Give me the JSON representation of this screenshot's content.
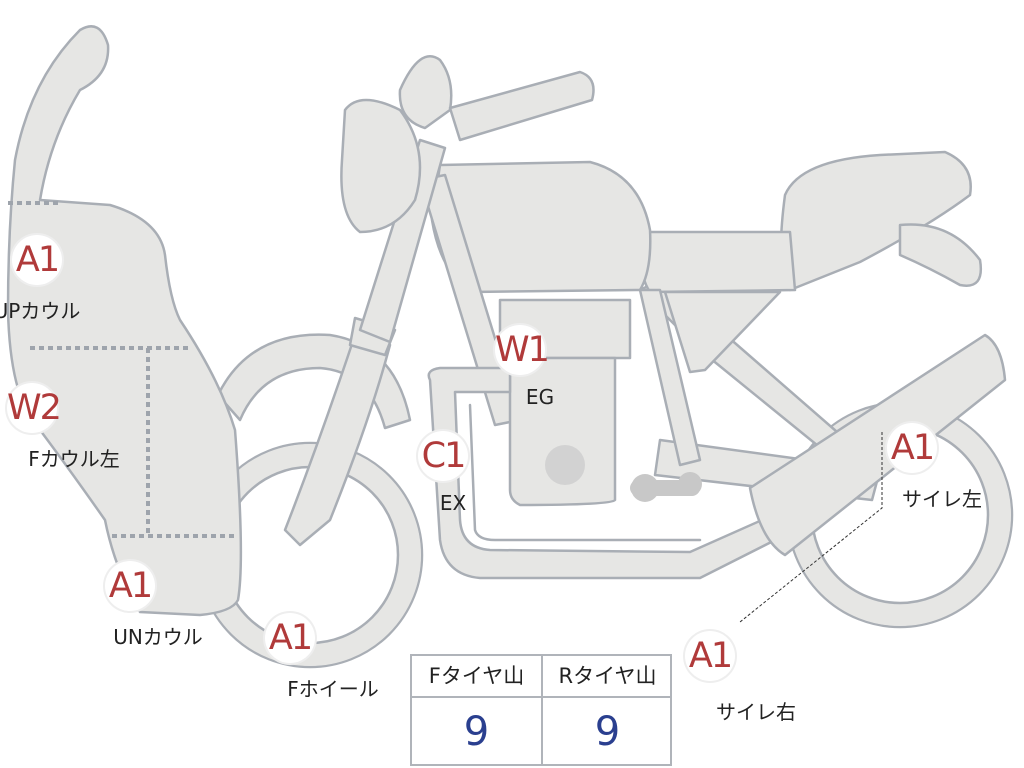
{
  "markers": [
    {
      "id": "up-cowl",
      "grade": "A1",
      "part": "UPカウル"
    },
    {
      "id": "f-cowl-left",
      "grade": "W2",
      "part": "Fカウル左"
    },
    {
      "id": "under-cowl",
      "grade": "A1",
      "part": "UNカウル"
    },
    {
      "id": "front-wheel",
      "grade": "A1",
      "part": "Fホイール"
    },
    {
      "id": "engine",
      "grade": "W1",
      "part": "EG"
    },
    {
      "id": "exhaust",
      "grade": "C1",
      "part": "EX"
    },
    {
      "id": "muffler-left",
      "grade": "A1",
      "part": "サイレ左"
    },
    {
      "id": "muffler-right",
      "grade": "A1",
      "part": "サイレ右"
    }
  ],
  "tire_table": {
    "front_header": "Fタイヤ山",
    "rear_header": "Rタイヤ山",
    "front_value": "9",
    "rear_value": "9"
  },
  "colors": {
    "part_fill": "#e6e6e4",
    "part_outline": "#a9aeb5",
    "grade_text": "#b03a3a",
    "tire_value": "#2a3f8f"
  }
}
